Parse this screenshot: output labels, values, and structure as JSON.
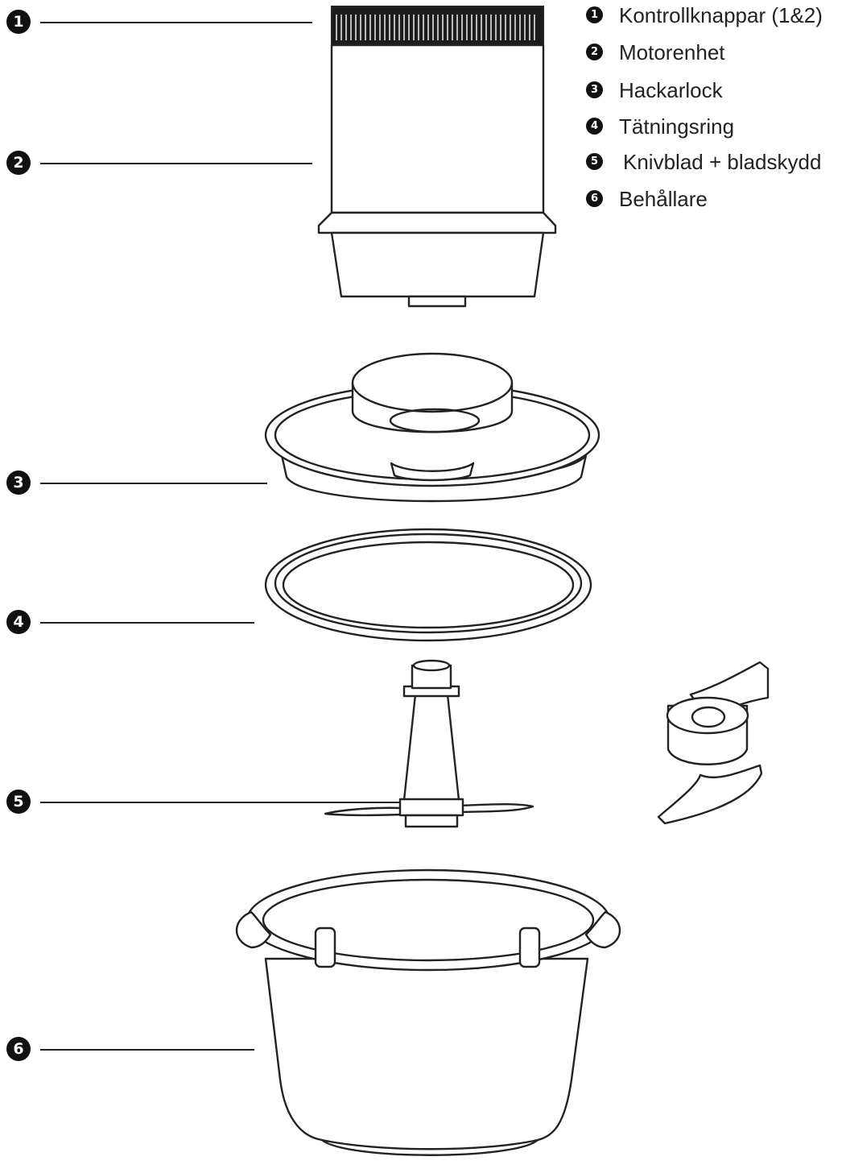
{
  "callouts": [
    {
      "num": "1",
      "text": "Kontrollknappar (1&2)"
    },
    {
      "num": "2",
      "text": "Motorenhet"
    },
    {
      "num": "3",
      "text": "Hackarlock"
    },
    {
      "num": "4",
      "text": "Tätningsring"
    },
    {
      "num": "5",
      "text": "Knivblad + bladskydd"
    },
    {
      "num": "6",
      "text": "Behållare"
    }
  ]
}
